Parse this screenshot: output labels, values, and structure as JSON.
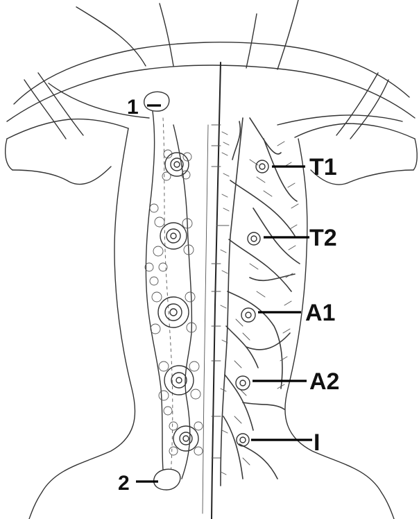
{
  "labels": {
    "gland_1": "1",
    "gland_2": "2",
    "t1": "T1",
    "t2": "T2",
    "a1": "A1",
    "a2": "A2",
    "i": "I"
  },
  "colors": {
    "ink": "#333333",
    "label": "#111111",
    "background": "#ffffff"
  }
}
